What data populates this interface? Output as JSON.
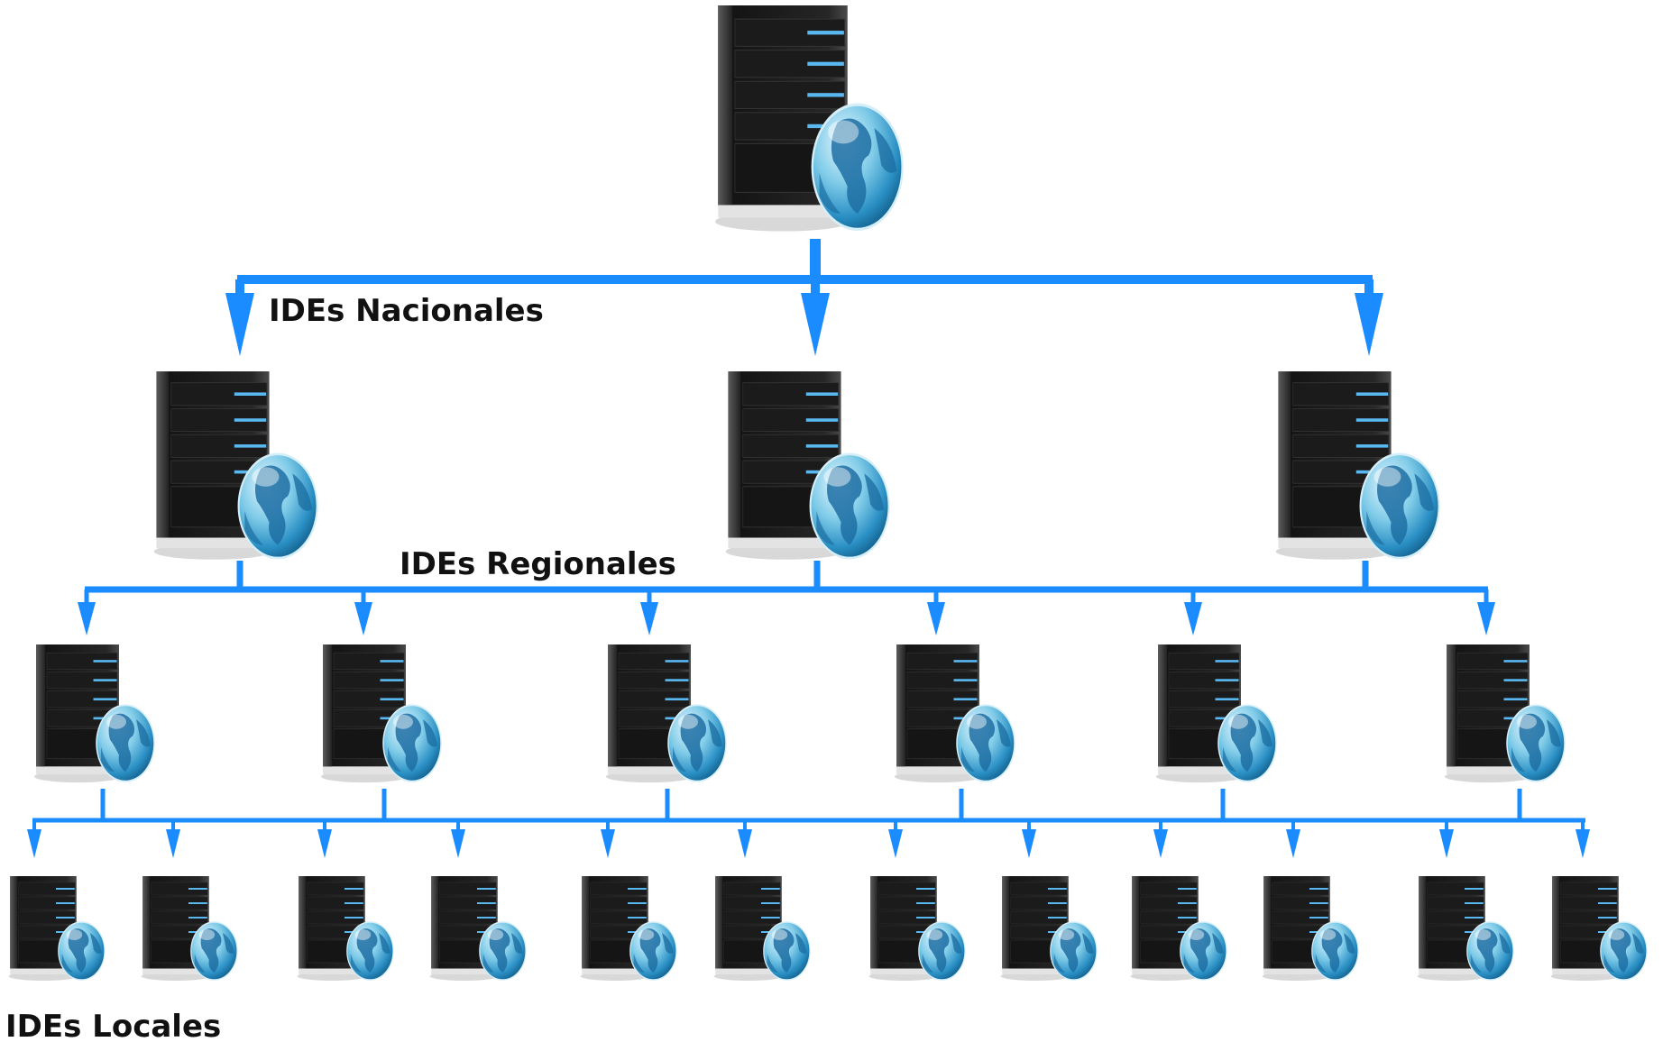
{
  "labels": {
    "national": "IDEs Nacionales",
    "regional": "IDEs Regionales",
    "local": "IDEs Locales"
  },
  "colors": {
    "connector": "#1a8cff",
    "server_body": "#1e1e1e",
    "server_light": "#5ab8f0",
    "globe": "#2e9fd0"
  },
  "icons": {
    "server": "server-globe-icon",
    "arrow": "arrow-down-icon"
  },
  "hierarchy": {
    "root_count": 1,
    "national_count": 3,
    "regional_count": 6,
    "local_count": 12
  }
}
